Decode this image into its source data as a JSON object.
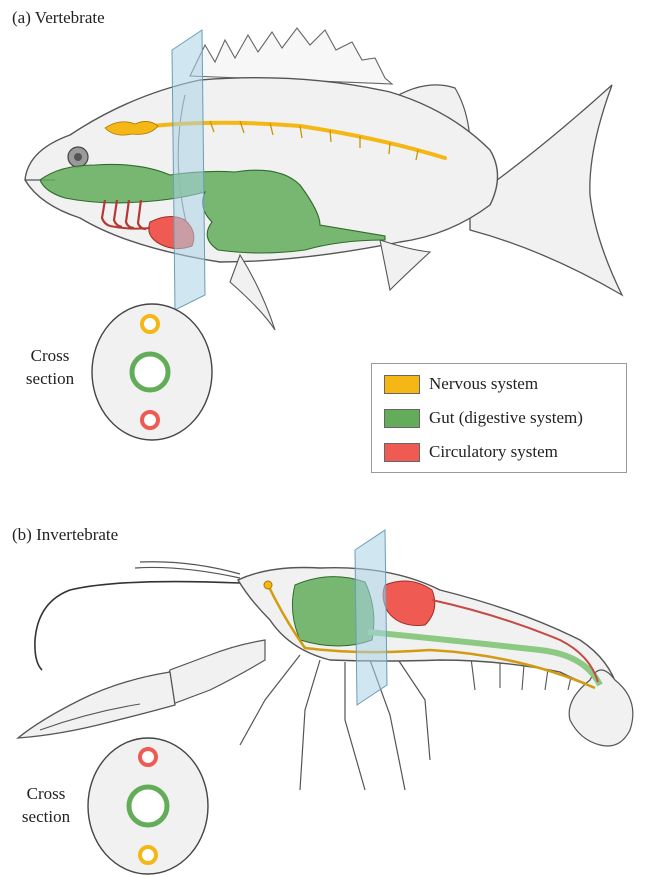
{
  "panel_a": {
    "title": "(a)  Vertebrate",
    "cross_section_line1": "Cross",
    "cross_section_line2": "section"
  },
  "panel_b": {
    "title": "(b)  Invertebrate",
    "cross_section_line1": "Cross",
    "cross_section_line2": "section"
  },
  "legend": {
    "items": [
      {
        "label": "Nervous system",
        "color": "#f5b716"
      },
      {
        "label": "Gut (digestive system)",
        "color": "#63ad5a"
      },
      {
        "label": "Circulatory system",
        "color": "#ef5b52"
      }
    ]
  },
  "colors": {
    "nervous": "#f5b716",
    "gut": "#63ad5a",
    "circulatory": "#ef5b52",
    "plane": "#a9d3e6",
    "body_fill": "#f1f1f1",
    "outline": "#555555"
  }
}
